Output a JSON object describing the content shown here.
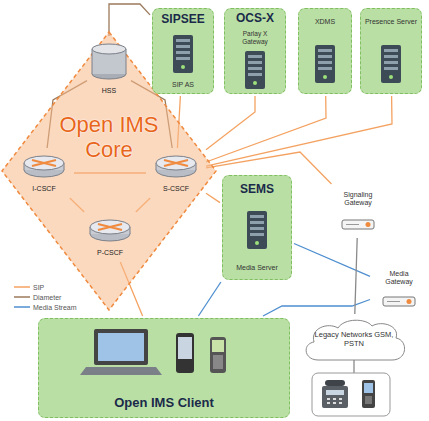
{
  "diagram": {
    "nodes": [
      {
        "text": [
          "Open IMS Core"
        ]
      },
      {
        "text": [
          "HSS"
        ],
        "in": 0
      },
      {
        "text": [
          "I-CSCF"
        ],
        "in": 0
      },
      {
        "text": [
          "S-CSCF"
        ],
        "in": 0
      },
      {
        "text": [
          "P-CSCF"
        ],
        "in": 0
      },
      {
        "text": [
          "SIPSEE",
          "SIP AS"
        ]
      },
      {
        "text": [
          "OCS-X",
          "Parlay X Gateway"
        ]
      },
      {
        "text": [
          "XDMS"
        ]
      },
      {
        "text": [
          "Presence Server"
        ]
      },
      {
        "text": [
          "SEMS",
          "Media Server"
        ]
      },
      {
        "text": [
          "Signaling Gateway"
        ]
      },
      {
        "text": [
          "Media Gateway"
        ]
      },
      {
        "text": [
          "Legacy Networks GSM, PSTN"
        ]
      },
      {
        "text": [
          "Open IMS Client"
        ]
      }
    ],
    "edges": [
      {
        "from": 2,
        "to": 3,
        "arrow": "none"
      },
      {
        "from": 1,
        "to": 2,
        "arrow": "none"
      },
      {
        "from": 1,
        "to": 3,
        "arrow": "none"
      },
      {
        "from": 4,
        "to": 2,
        "arrow": "none"
      },
      {
        "from": 4,
        "to": 3,
        "arrow": "none"
      },
      {
        "from": 3,
        "to": 5,
        "arrow": "none"
      },
      {
        "from": 3,
        "to": 6,
        "arrow": "none"
      },
      {
        "from": 3,
        "to": 7,
        "arrow": "none"
      },
      {
        "from": 3,
        "to": 8,
        "arrow": "none"
      },
      {
        "from": 3,
        "to": 9,
        "arrow": "none"
      },
      {
        "from": 3,
        "to": 10,
        "arrow": "none"
      },
      {
        "from": 1,
        "to": 5,
        "arrow": "none"
      },
      {
        "from": 4,
        "to": 13,
        "arrow": "none"
      },
      {
        "from": 9,
        "to": 13,
        "arrow": "none"
      },
      {
        "from": 9,
        "to": 11,
        "arrow": "none"
      },
      {
        "from": 13,
        "to": 11,
        "arrow": "none"
      },
      {
        "from": 10,
        "to": 12,
        "arrow": "none"
      },
      {
        "from": 11,
        "to": 12,
        "arrow": "none"
      }
    ],
    "legend": [
      {
        "text": "SIP"
      },
      {
        "text": "Diameter"
      },
      {
        "text": "Media Stream"
      }
    ]
  }
}
